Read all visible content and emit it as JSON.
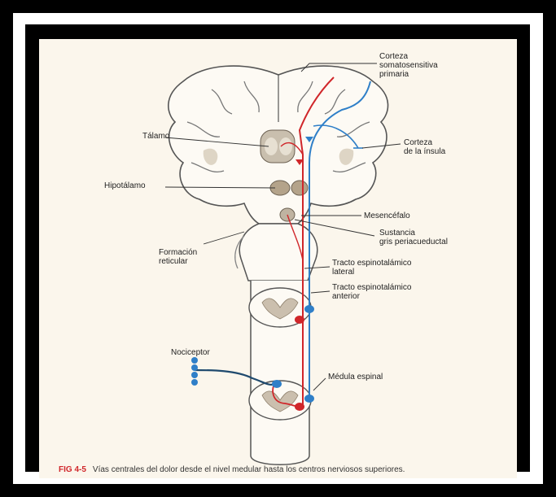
{
  "labels": {
    "corteza_somatosensitiva": "Corteza\nsomatosensitiva\nprimaria",
    "talamo": "Tálamo",
    "corteza_insula": "Corteza\nde la ínsula",
    "hipotalamo": "Hipotálamo",
    "mesencefalo": "Mesencéfalo",
    "sustancia_gris": "Sustancia\ngris periacueductal",
    "formacion_reticular": "Formación\nreticular",
    "tracto_lateral": "Tracto espinotalámico\nlateral",
    "tracto_anterior": "Tracto espinotalámico\nanterior",
    "nociceptor": "Nociceptor",
    "medula_espinal": "Médula espinal"
  },
  "caption": {
    "fig": "FIG 4-5",
    "text": "Vías centrales del dolor desde el nivel medular hasta los centros nerviosos superiores."
  },
  "colors": {
    "lateral_tract": "#d0262a",
    "anterior_tract": "#2f7fc8",
    "gray_matter": "#cbbfae",
    "caption_accent": "#d0262a"
  }
}
